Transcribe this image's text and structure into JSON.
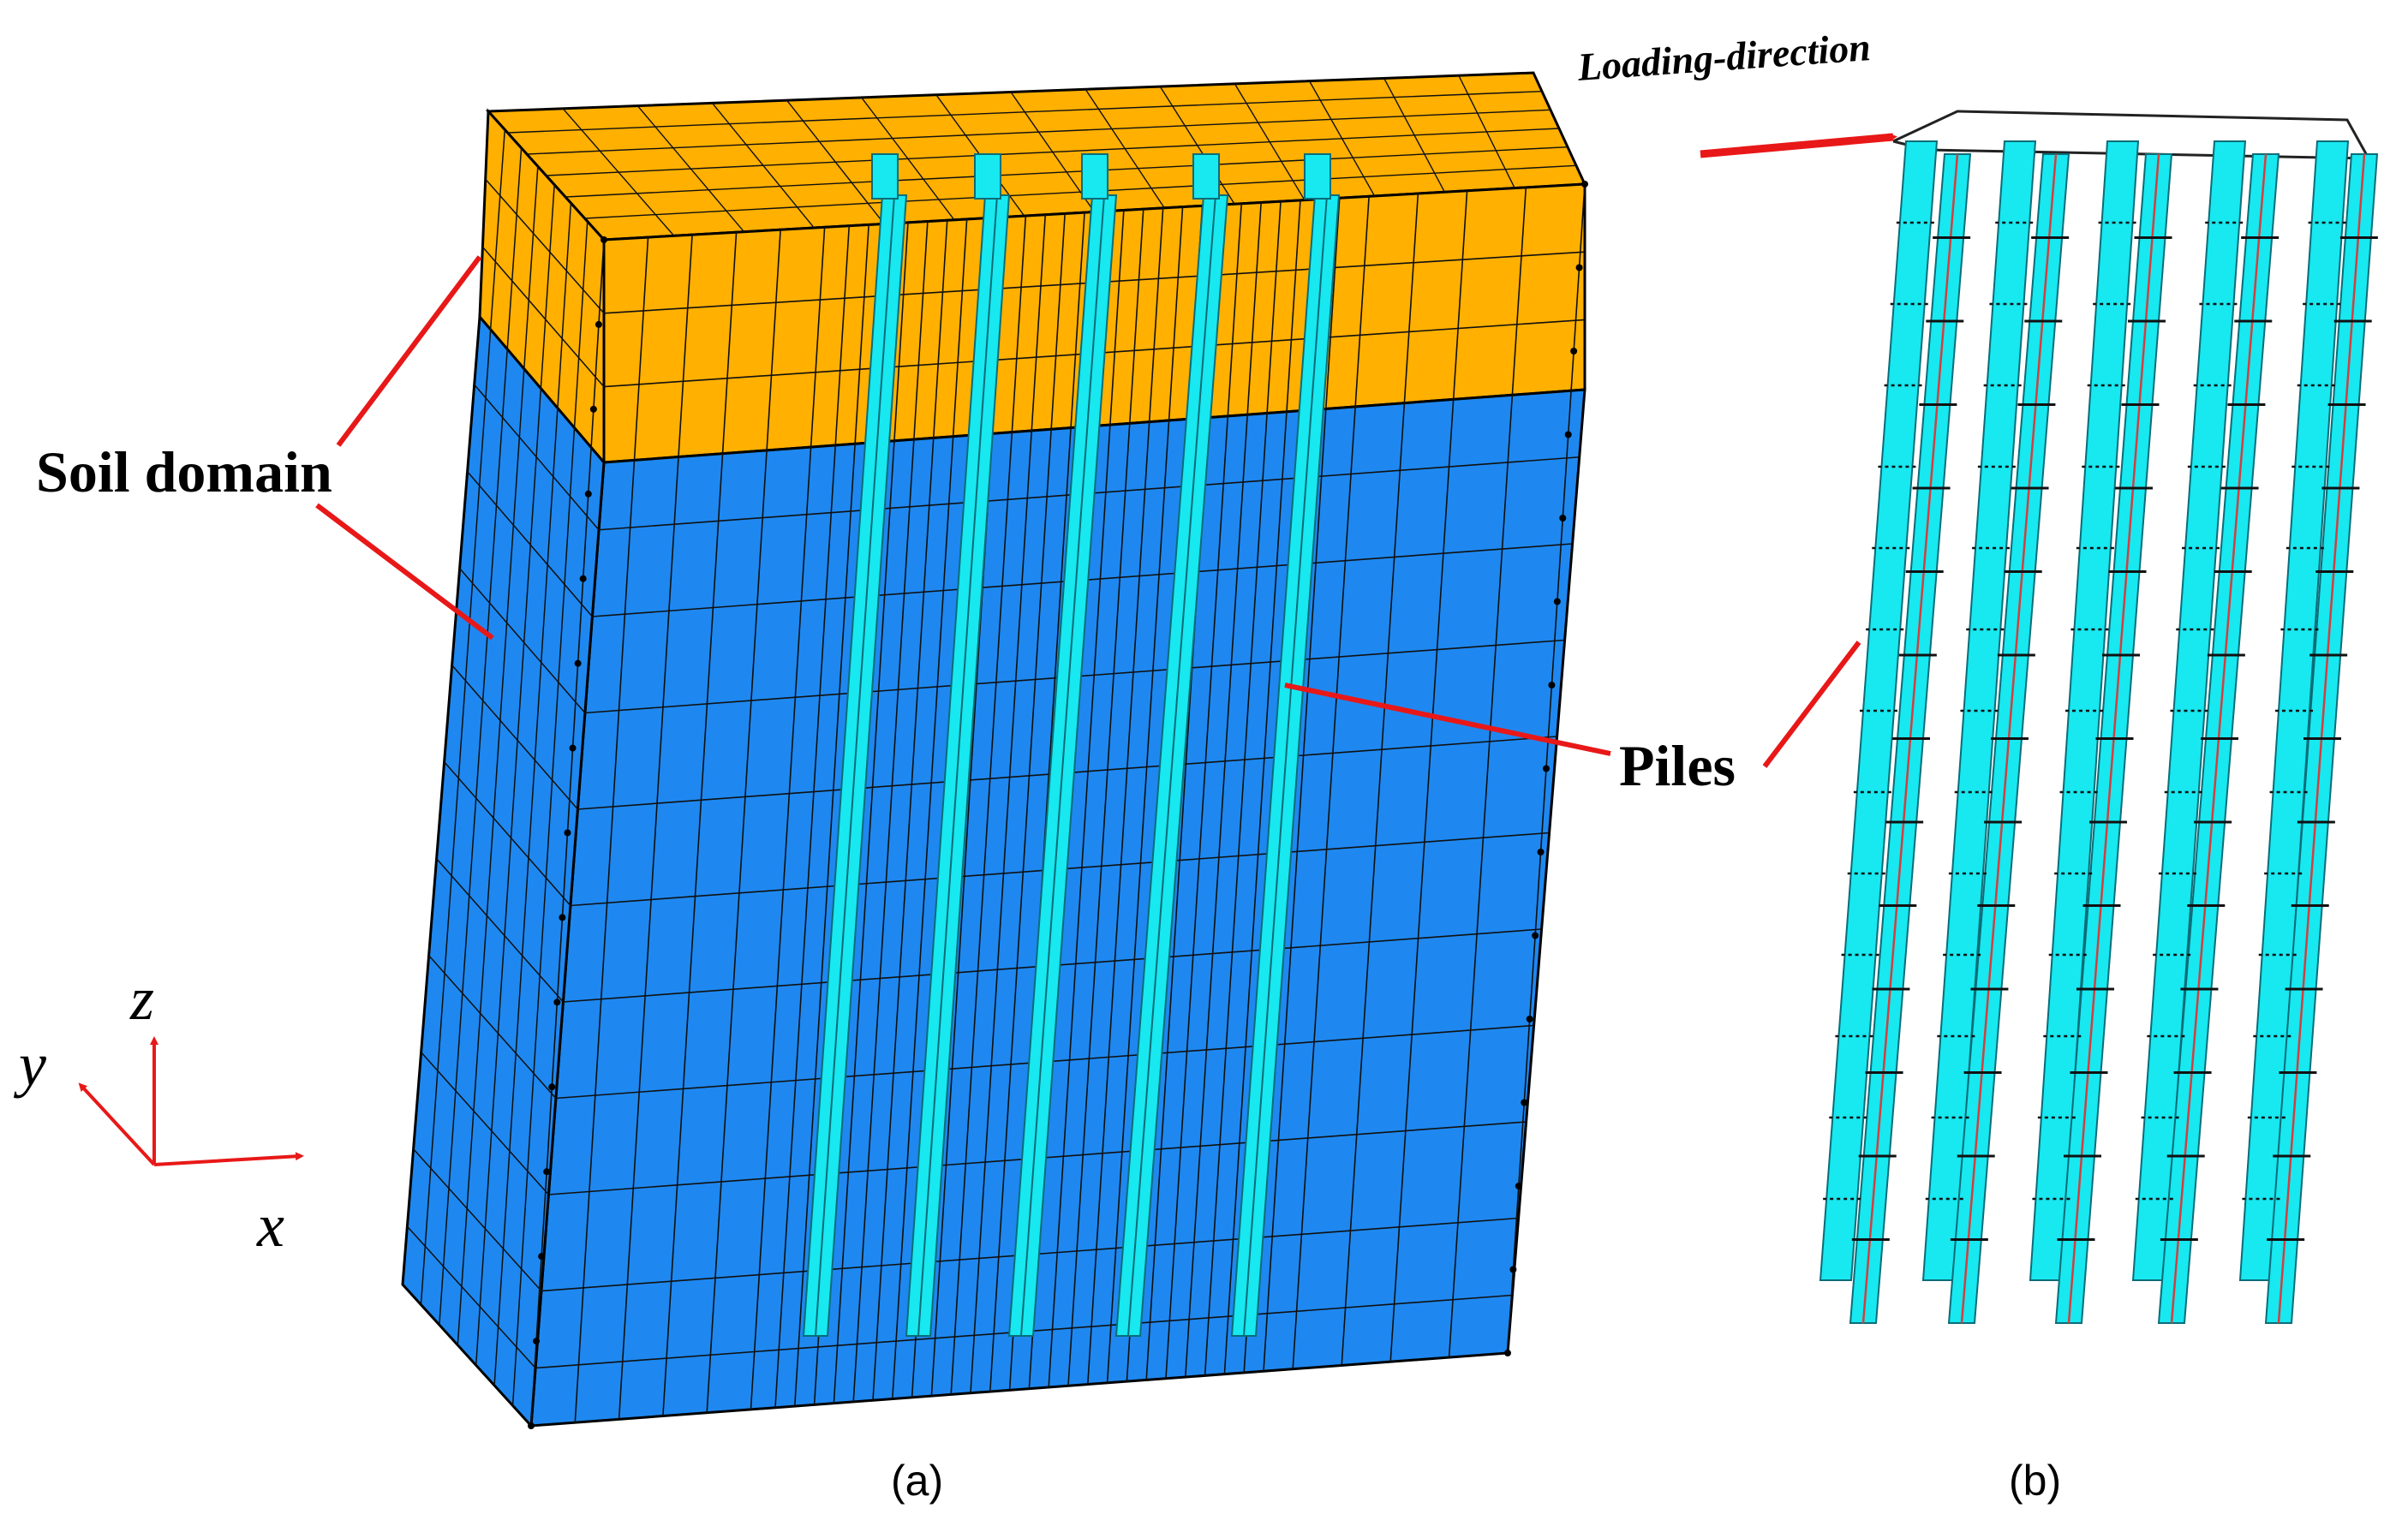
{
  "annotations": {
    "soil_domain": "Soil domain",
    "piles": "Piles",
    "loading_direction": "Loading-direction"
  },
  "axes": {
    "z": "z",
    "y": "y",
    "x": "x"
  },
  "captions": {
    "a": "(a)",
    "b": "(b)"
  },
  "colors": {
    "top_soil": "#FFB000",
    "lower_soil": "#1E88F0",
    "pile": "#18E8F0",
    "mesh": "#101010",
    "arrow": "#E81818"
  },
  "mesh": {
    "pile_count_a": 5,
    "pile_pairs_b": 5
  }
}
